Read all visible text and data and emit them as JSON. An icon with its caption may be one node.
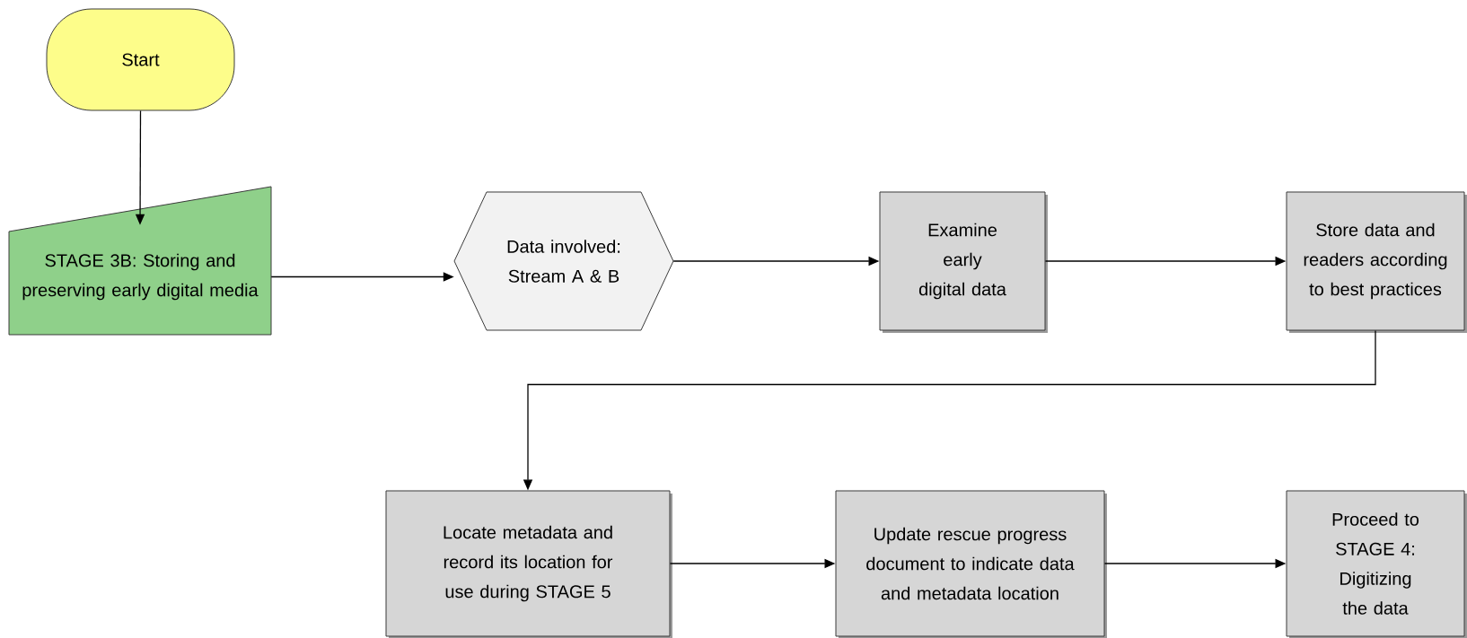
{
  "diagram": {
    "nodes": [
      {
        "text": [
          "Start"
        ]
      },
      {
        "text": [
          "STAGE 3B: Storing and preserving early digital media"
        ]
      },
      {
        "text": [
          "Data involved: Stream A & B"
        ]
      },
      {
        "text": [
          "Examine early digital data"
        ]
      },
      {
        "text": [
          "Store data and readers according to best practices"
        ]
      },
      {
        "text": [
          "Locate metadata and record its location for use during STAGE 5"
        ]
      },
      {
        "text": [
          "Update rescue progress document to indicate data and metadata location"
        ]
      },
      {
        "text": [
          "Proceed to STAGE 4: Digitizing the data"
        ]
      }
    ],
    "edges": [
      {
        "from": 0,
        "to": 1,
        "arrow": "to"
      },
      {
        "from": 1,
        "to": 2,
        "arrow": "to"
      },
      {
        "from": 2,
        "to": 3,
        "arrow": "to"
      },
      {
        "from": 3,
        "to": 4,
        "arrow": "to"
      },
      {
        "from": 4,
        "to": 5,
        "arrow": "to"
      },
      {
        "from": 5,
        "to": 6,
        "arrow": "to"
      },
      {
        "from": 6,
        "to": 7,
        "arrow": "to"
      }
    ]
  }
}
